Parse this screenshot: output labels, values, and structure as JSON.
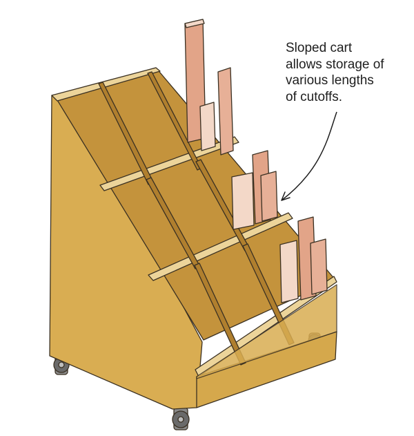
{
  "callout": {
    "lines": [
      "Sloped cart",
      "allows storage of",
      "various lengths",
      "of cutoffs."
    ]
  },
  "colors": {
    "plywood": "#d9ad52",
    "plywood_shade": "#c4933c",
    "plywood_dark": "#b07f2e",
    "edge": "#ecd49a",
    "cutoff_wood": "#e2a488",
    "cutoff_end": "#f3d8c8",
    "caster": "#6a6a6a",
    "outline": "#3a3022"
  },
  "icons": [
    "arrow-icon",
    "caster-icon"
  ]
}
